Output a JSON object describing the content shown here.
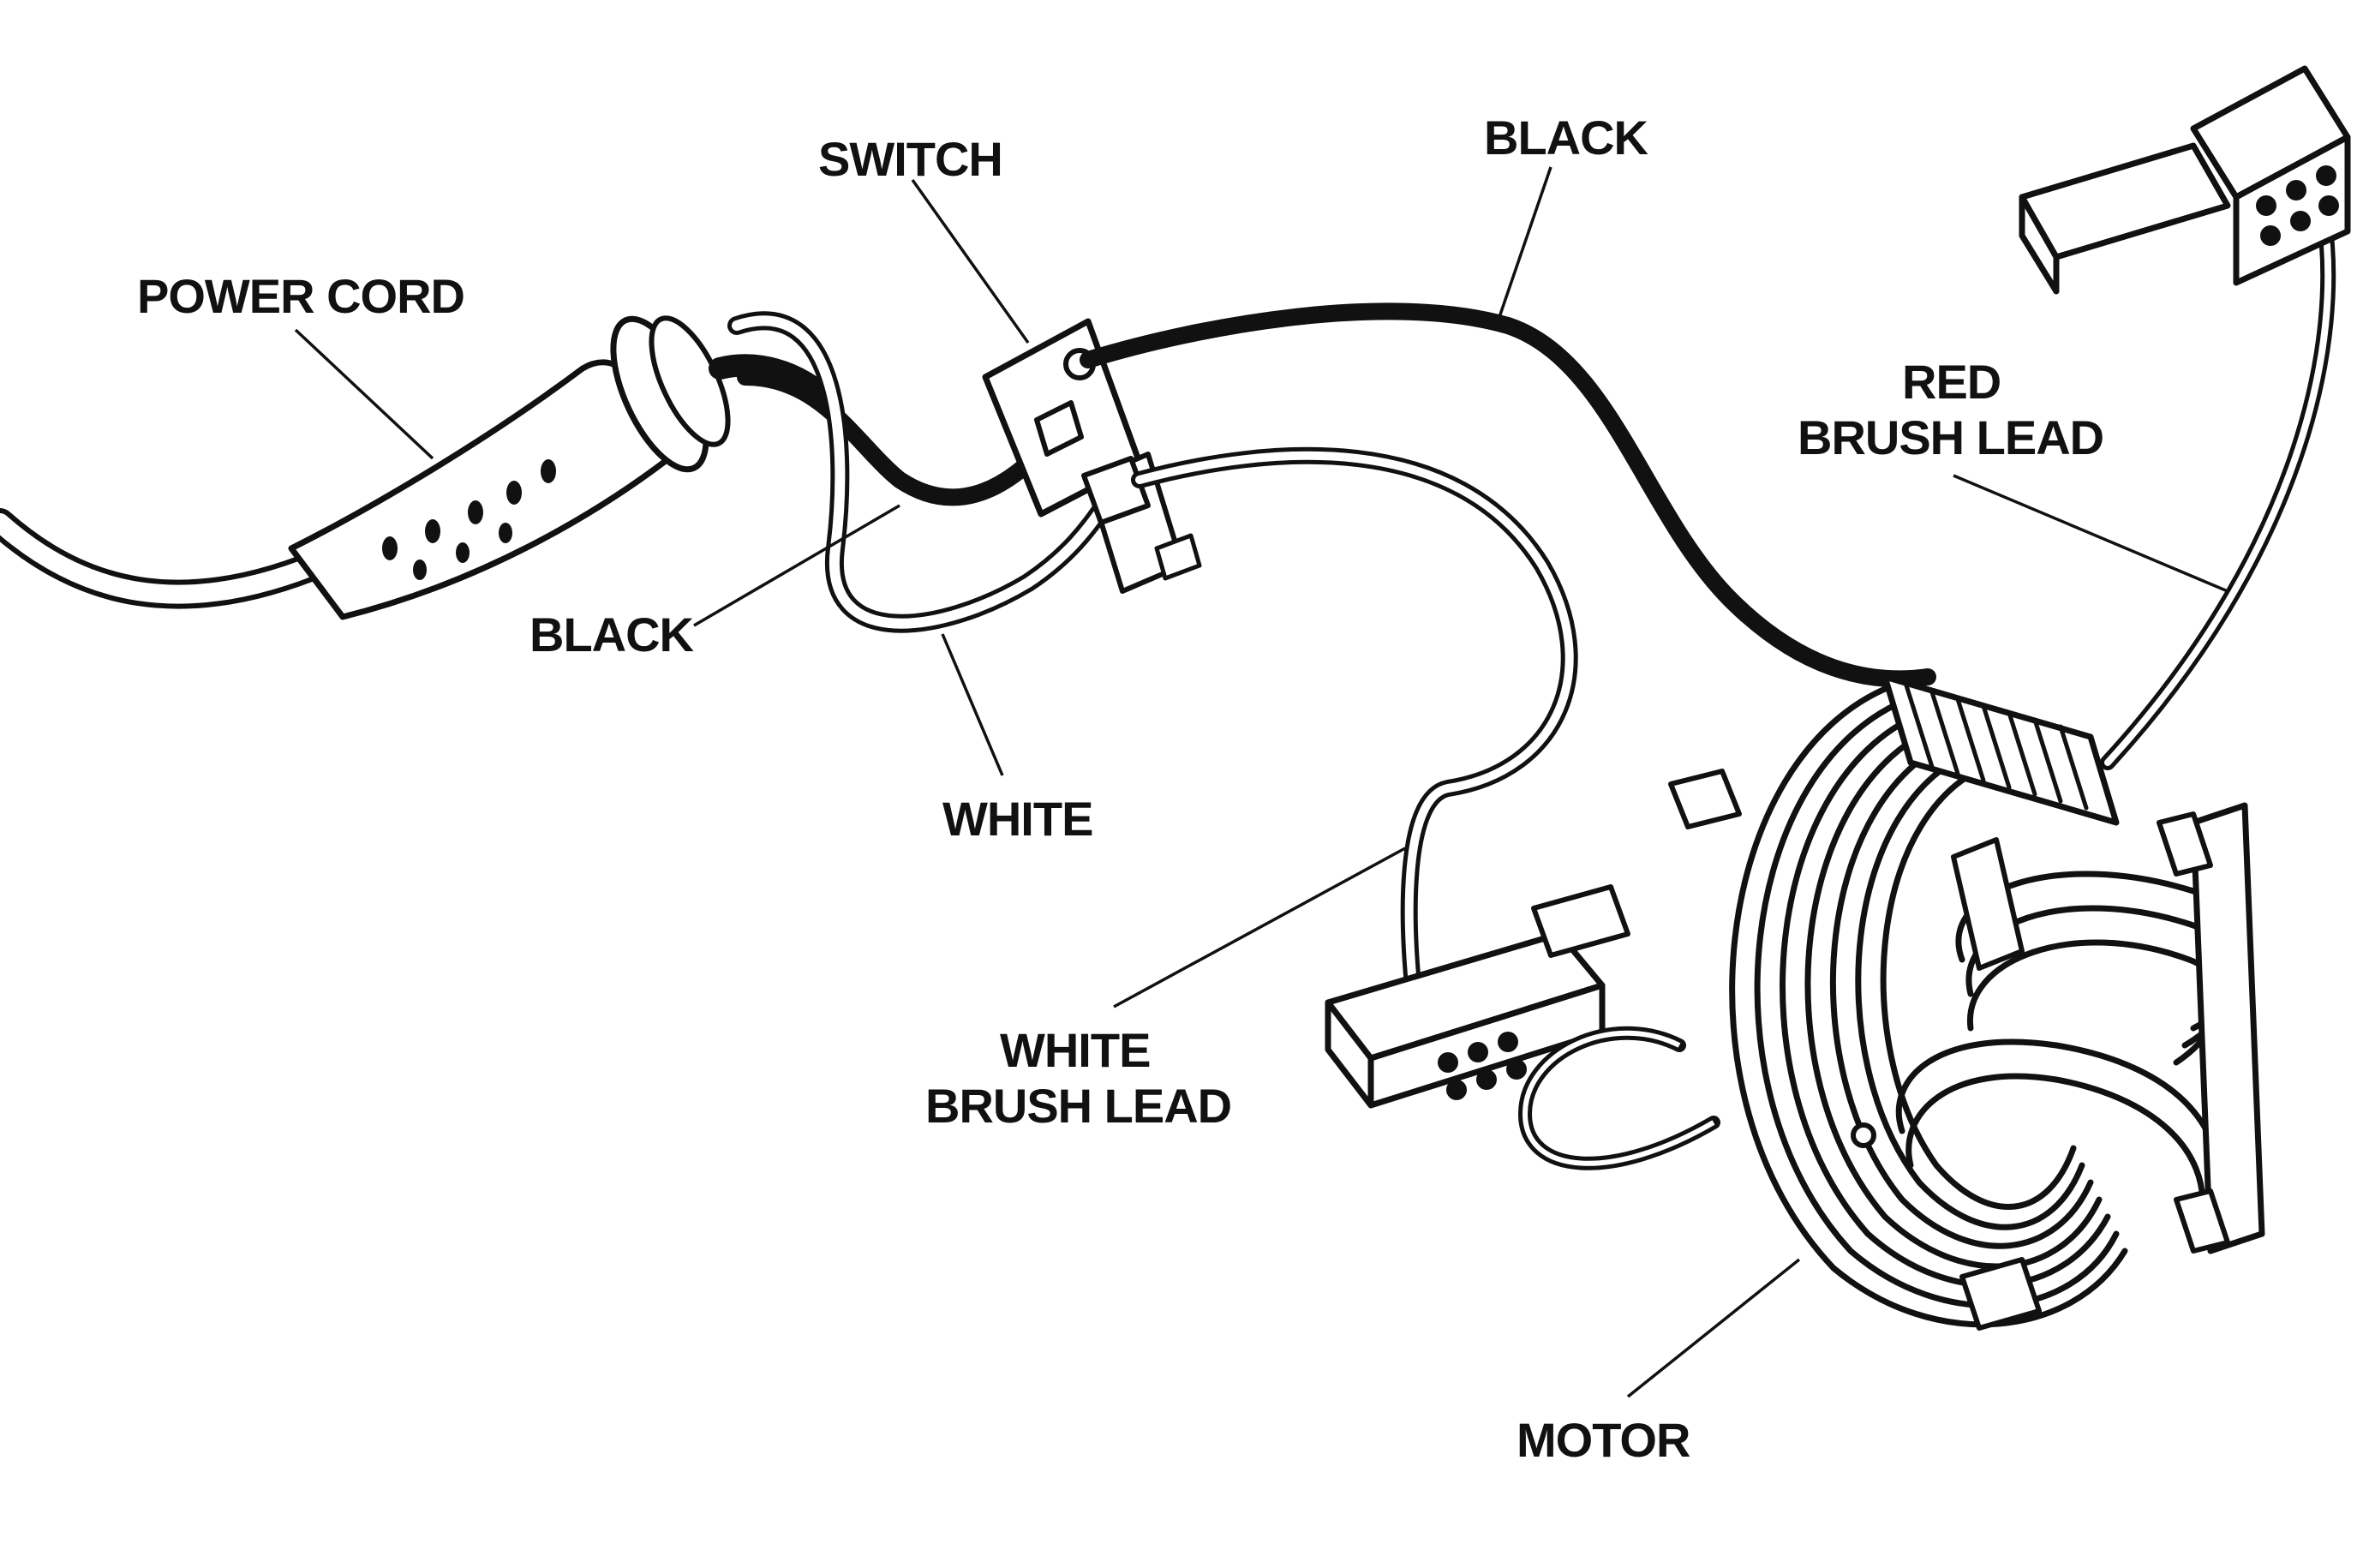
{
  "labels": {
    "power_cord": "POWER CORD",
    "switch": "SWITCH",
    "black_top": "BLACK",
    "black_left": "BLACK",
    "white": "WHITE",
    "red_brush_lead_line1": "RED",
    "red_brush_lead_line2": "BRUSH LEAD",
    "white_brush_lead_line1": "WHITE",
    "white_brush_lead_line2": "BRUSH LEAD",
    "motor": "MOTOR"
  },
  "colors": {
    "ink": "#111111",
    "background": "#ffffff"
  }
}
